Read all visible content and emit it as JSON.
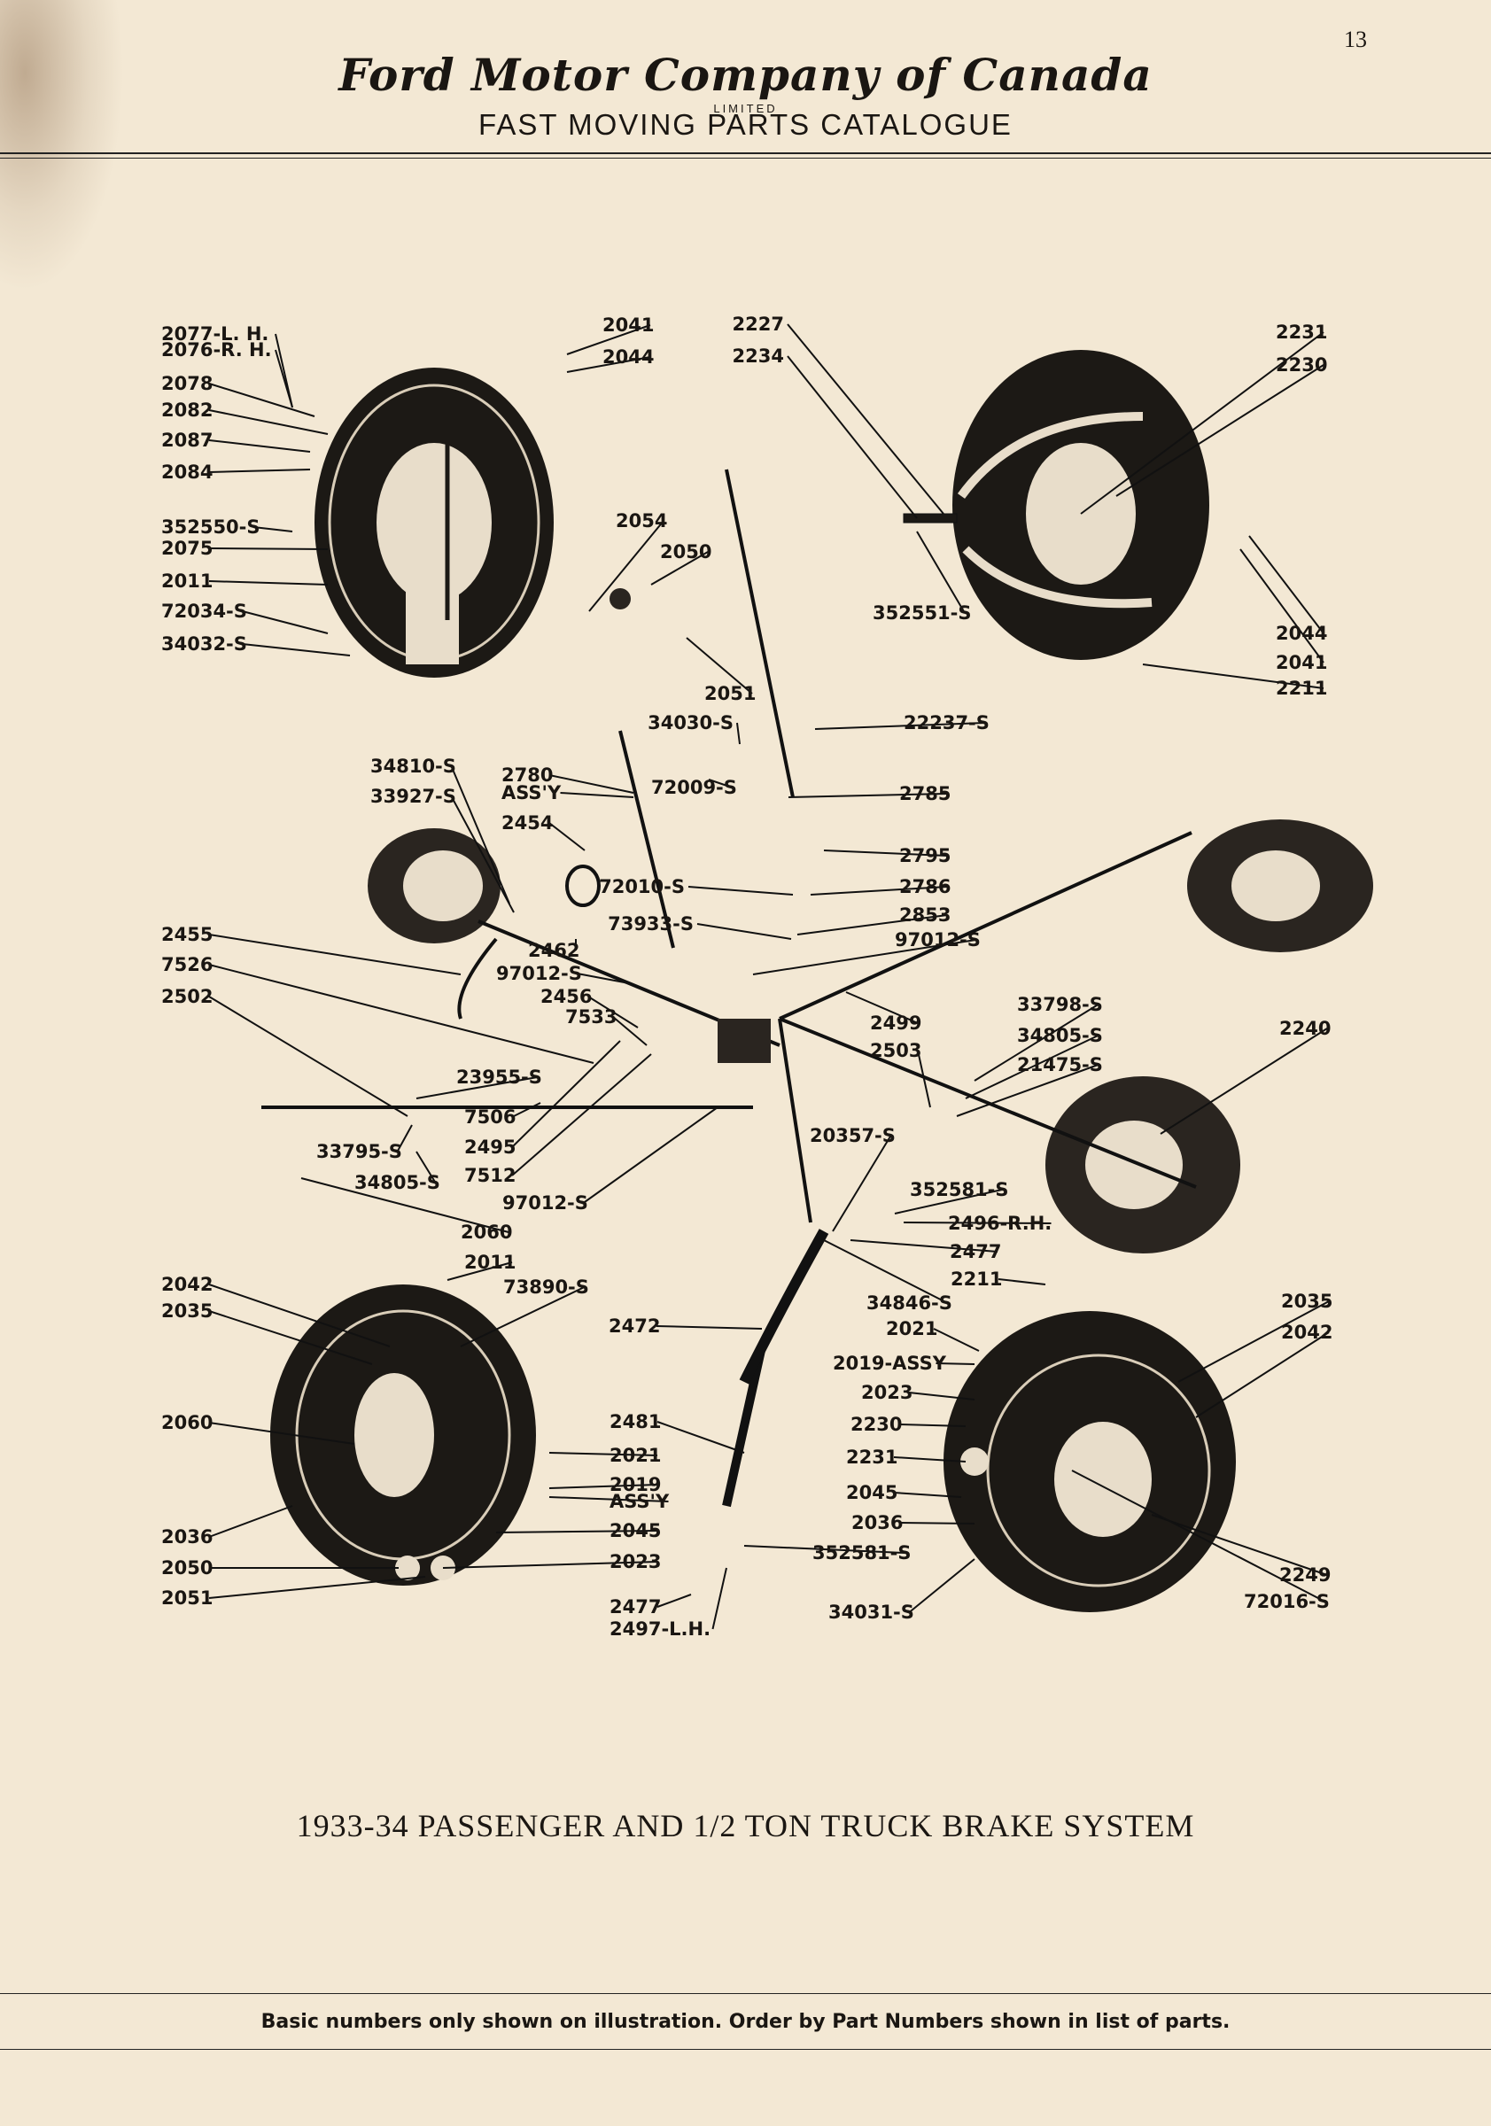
{
  "header": {
    "page_number": "13",
    "company": "Ford Motor Company of Canada",
    "limited": "LIMITED",
    "catalogue": "FAST MOVING PARTS CATALOGUE"
  },
  "diagram": {
    "components": [
      "brake-backing-plate-front-left",
      "brake-backing-plate-front-right",
      "brake-assembly-mid-left",
      "brake-assembly-mid-right",
      "brake-drum-rear-left",
      "brake-drum-rear-right",
      "brake-rod-linkage",
      "brake-cross-shaft",
      "brake-pedal"
    ],
    "labels": [
      "2077-L. H.",
      "2076-R. H.",
      "2078",
      "2082",
      "2087",
      "2084",
      "352550-S",
      "2075",
      "2011",
      "72034-S",
      "34032-S",
      "2041",
      "2044",
      "2054",
      "2050",
      "2051",
      "34030-S",
      "22237-S",
      "2227",
      "2234",
      "2231",
      "2230",
      "352551-S",
      "2044",
      "2041",
      "2211",
      "34810-S",
      "33927-S",
      "2780",
      "ASS'Y",
      "2454",
      "72009-S",
      "2785",
      "2795",
      "72010-S",
      "2786",
      "73933-S",
      "2853",
      "97012-S",
      "2455",
      "7526",
      "2502",
      "2462",
      "97012-S",
      "2456",
      "7533",
      "2499",
      "2503",
      "33798-S",
      "34805-S",
      "21475-S",
      "2240",
      "23955-S",
      "7506",
      "2495",
      "7512",
      "97012-S",
      "33795-S",
      "34805-S",
      "2060",
      "20357-S",
      "352581-S",
      "2496-R.H.",
      "2477",
      "2211",
      "34846-S",
      "2011",
      "73890-S",
      "2042",
      "2035",
      "2060",
      "2472",
      "2035",
      "2042",
      "2021",
      "2019-ASSY",
      "2023",
      "2230",
      "2231",
      "2045",
      "2036",
      "2481",
      "2021",
      "2019",
      "ASS'Y",
      "2045",
      "2023",
      "2036",
      "2050",
      "2051",
      "352581-S",
      "2477",
      "2497-L.H.",
      "34031-S",
      "2249",
      "72016-S"
    ]
  },
  "caption": "1933-34   PASSENGER AND 1/2 TON TRUCK BRAKE SYSTEM",
  "footnote": "Basic numbers only shown on illustration.  Order by Part Numbers shown in list of parts."
}
